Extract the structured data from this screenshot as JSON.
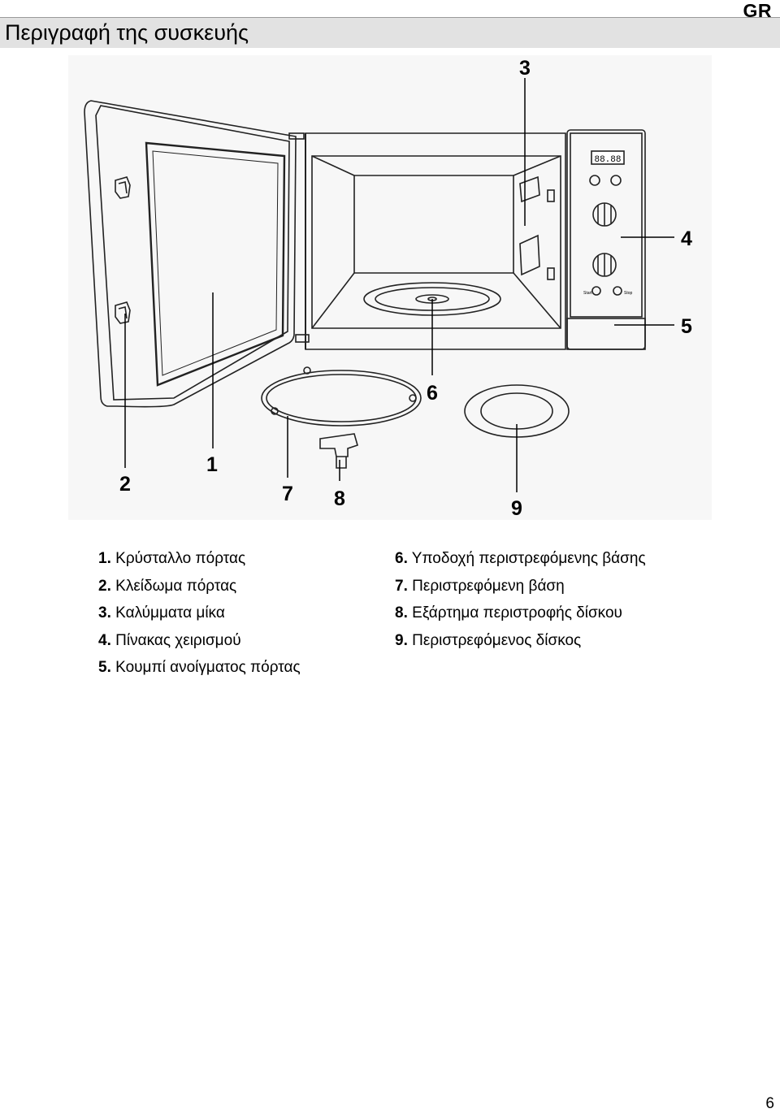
{
  "header": {
    "title": "Περιγραφή της συσκευής",
    "lang": "GR"
  },
  "figure": {
    "display": {
      "readout": "88.88",
      "button_left": "Start",
      "button_right": "Stop"
    },
    "callouts": [
      "1",
      "2",
      "3",
      "4",
      "5",
      "6",
      "7",
      "8",
      "9"
    ]
  },
  "legend": {
    "left": [
      {
        "num": "1.",
        "text": "Κρύσταλλο πόρτας"
      },
      {
        "num": "2.",
        "text": "Κλείδωμα πόρτας"
      },
      {
        "num": "3.",
        "text": "Καλύμματα μίκα"
      },
      {
        "num": "4.",
        "text": "Πίνακας χειρισμού"
      },
      {
        "num": "5.",
        "text": "Κουμπί ανοίγματος πόρτας"
      }
    ],
    "right": [
      {
        "num": "6.",
        "text": "Υποδοχή περιστρεφόμενης βάσης"
      },
      {
        "num": "7.",
        "text": "Περιστρεφόμενη βάση"
      },
      {
        "num": "8.",
        "text": "Εξάρτημα περιστροφής δίσκου"
      },
      {
        "num": "9.",
        "text": "Περιστρεφόμενος δίσκος"
      }
    ]
  },
  "footer": {
    "page_number": "6"
  }
}
